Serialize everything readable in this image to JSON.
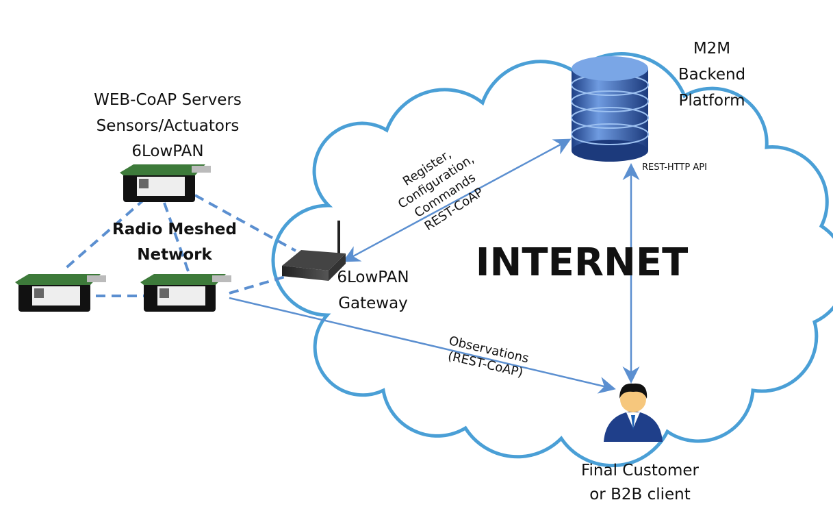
{
  "colors": {
    "cloud": "#4a9fd6",
    "arrow": "#5b8fd0",
    "db": "#2e5fae"
  },
  "labels": {
    "servers": [
      "WEB-CoAP Servers",
      "Sensors/Actuators",
      "6LowPAN"
    ],
    "mesh": [
      "Radio Meshed",
      "Network"
    ],
    "gateway": [
      "6LowPAN",
      "Gateway"
    ],
    "backend": [
      "M2M",
      "Backend",
      "Platform"
    ],
    "rest_http": "REST-HTTP API",
    "internet": "INTERNET",
    "register": [
      "Register,",
      "Configuration,",
      "Commands",
      "REST-CoAP"
    ],
    "observations": [
      "Observations",
      "(REST-CoAP)"
    ],
    "customer": [
      "Final Customer",
      "or B2B client"
    ]
  }
}
